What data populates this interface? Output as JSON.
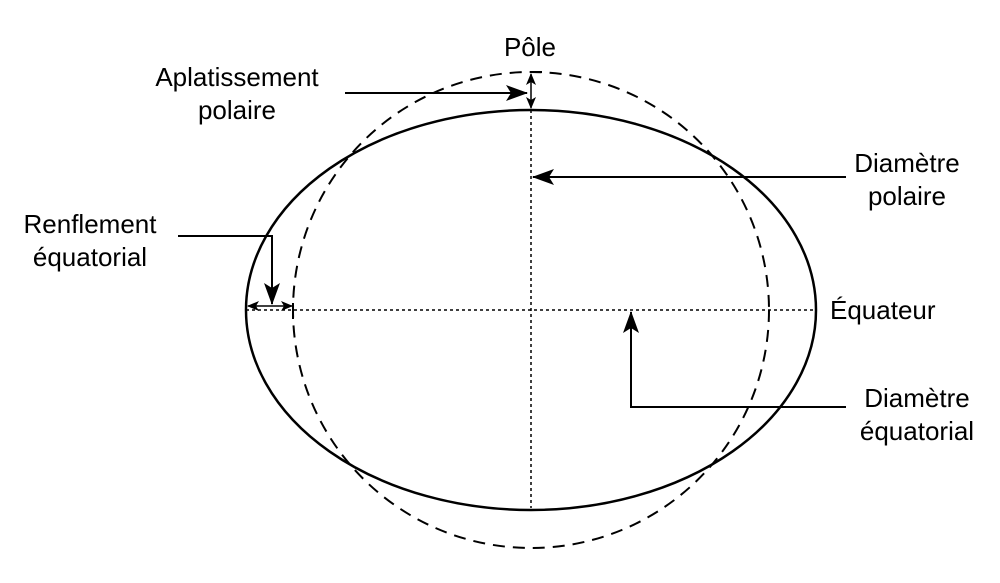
{
  "labels": {
    "pole": "Pôle",
    "aplatissement": [
      "Aplatissement",
      "polaire"
    ],
    "diametre_polaire": [
      "Diamètre",
      "polaire"
    ],
    "renflement": [
      "Renflement",
      "équatorial"
    ],
    "equateur": "Équateur",
    "diametre_equatorial": [
      "Diamètre",
      "équatorial"
    ]
  },
  "colors": {
    "stroke": "#000000",
    "background": "#ffffff"
  }
}
